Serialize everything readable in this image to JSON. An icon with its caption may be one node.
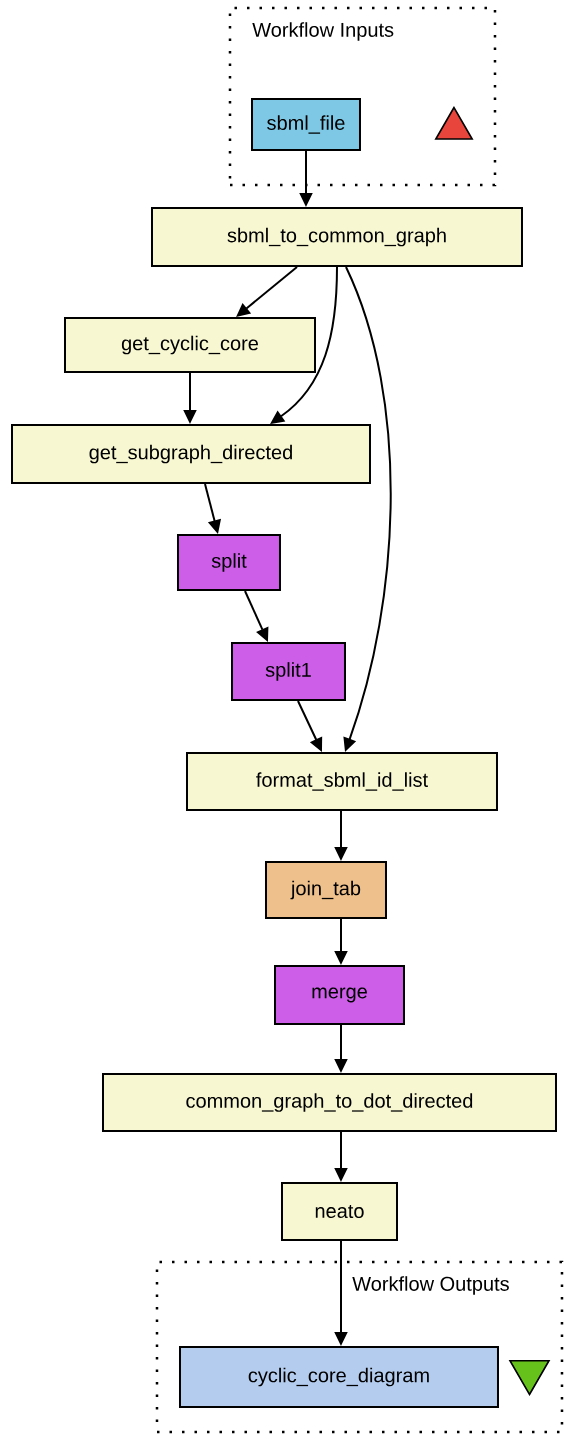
{
  "diagram": {
    "nodes": [
      {
        "text": [
          "Workflow Inputs"
        ]
      },
      {
        "text": [
          "sbml_file"
        ],
        "in": 0
      },
      {
        "text": [],
        "shape": "triangle",
        "in": 0
      },
      {
        "text": [
          "sbml_to_common_graph"
        ]
      },
      {
        "text": [
          "get_cyclic_core"
        ]
      },
      {
        "text": [
          "get_subgraph_directed"
        ]
      },
      {
        "text": [
          "split"
        ]
      },
      {
        "text": [
          "split1"
        ]
      },
      {
        "text": [
          "format_sbml_id_list"
        ]
      },
      {
        "text": [
          "join_tab"
        ]
      },
      {
        "text": [
          "merge"
        ]
      },
      {
        "text": [
          "common_graph_to_dot_directed"
        ]
      },
      {
        "text": [
          "neato"
        ]
      },
      {
        "text": [
          "Workflow Outputs"
        ]
      },
      {
        "text": [
          "cyclic_core_diagram"
        ],
        "in": 13
      },
      {
        "text": [],
        "shape": "triangle",
        "in": 13
      }
    ],
    "edges": [
      {
        "from": 1,
        "to": 3,
        "arrow": "to"
      },
      {
        "from": 3,
        "to": 4,
        "arrow": "to"
      },
      {
        "from": 3,
        "to": 5,
        "arrow": "to"
      },
      {
        "from": 3,
        "to": 8,
        "arrow": "to"
      },
      {
        "from": 4,
        "to": 5,
        "arrow": "to"
      },
      {
        "from": 5,
        "to": 6,
        "arrow": "to"
      },
      {
        "from": 6,
        "to": 7,
        "arrow": "to"
      },
      {
        "from": 7,
        "to": 8,
        "arrow": "to"
      },
      {
        "from": 8,
        "to": 9,
        "arrow": "to"
      },
      {
        "from": 9,
        "to": 10,
        "arrow": "to"
      },
      {
        "from": 10,
        "to": 11,
        "arrow": "to"
      },
      {
        "from": 11,
        "to": 12,
        "arrow": "to"
      },
      {
        "from": 12,
        "to": 14,
        "arrow": "to"
      }
    ]
  }
}
